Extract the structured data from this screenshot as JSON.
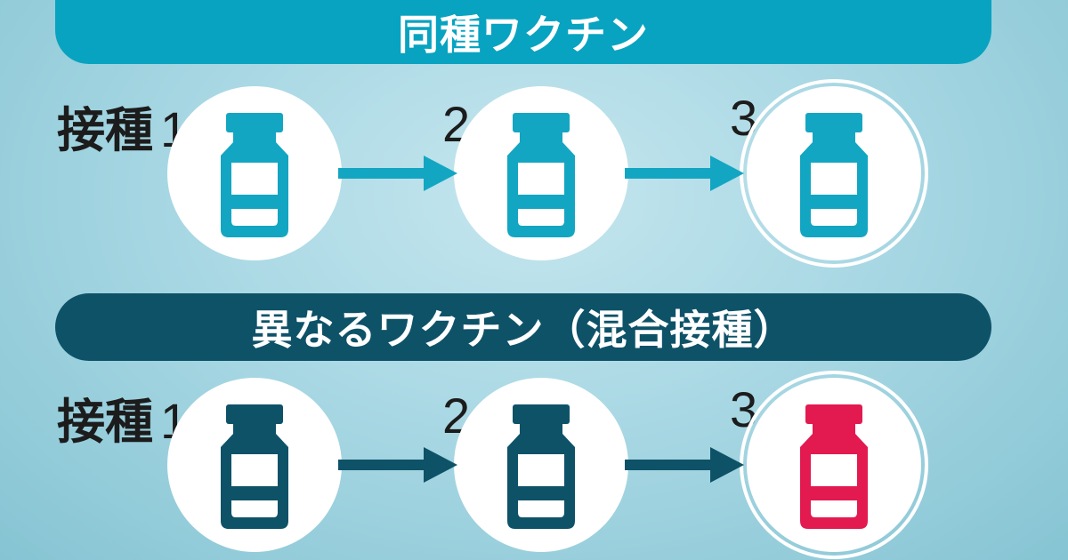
{
  "same_vaccine": {
    "title": "同種ワクチン",
    "dose_prefix": "接種",
    "doses": [
      "1",
      "2",
      "3"
    ],
    "vial_colors": [
      "#13a6c2",
      "#13a6c2",
      "#13a6c2"
    ],
    "arrow_color": "#13a6c2"
  },
  "mixed_vaccine": {
    "title": "異なるワクチン（混合接種）",
    "dose_prefix": "接種",
    "doses": [
      "1",
      "2",
      "3"
    ],
    "vial_colors": [
      "#0e5268",
      "#0e5268",
      "#e21a4f"
    ],
    "arrow_color": "#0e5268"
  }
}
